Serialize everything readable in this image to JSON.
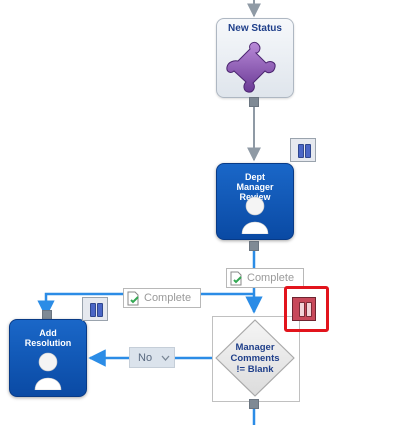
{
  "nodes": {
    "new_status": {
      "title": "New Status",
      "icon": "puzzle-piece-icon"
    },
    "dept_review": {
      "title": "Dept\nManager\nReview",
      "icon": "person-icon"
    },
    "add_resolution": {
      "title": "Add\nResolution",
      "icon": "person-icon"
    },
    "decision": {
      "title": "Manager\nComments\n!= Blank"
    }
  },
  "connectors": {
    "complete_1": {
      "label": "Complete",
      "icon": "document-check-icon"
    },
    "complete_2": {
      "label": "Complete",
      "icon": "document-check-icon"
    },
    "no": {
      "label": "No",
      "icon": "chevron-down-icon"
    }
  },
  "pause_buttons": [
    {
      "id": "pause-dept",
      "state": "normal",
      "icon": "pause-icon"
    },
    {
      "id": "pause-add",
      "state": "normal",
      "icon": "pause-icon"
    },
    {
      "id": "pause-decision",
      "state": "selected",
      "icon": "pause-icon"
    }
  ],
  "colors": {
    "connector_blue": "#2b8ce6",
    "connector_grey": "#8f9aa5",
    "task_blue": "#0d4fa8",
    "highlight_red": "#e2141c"
  }
}
